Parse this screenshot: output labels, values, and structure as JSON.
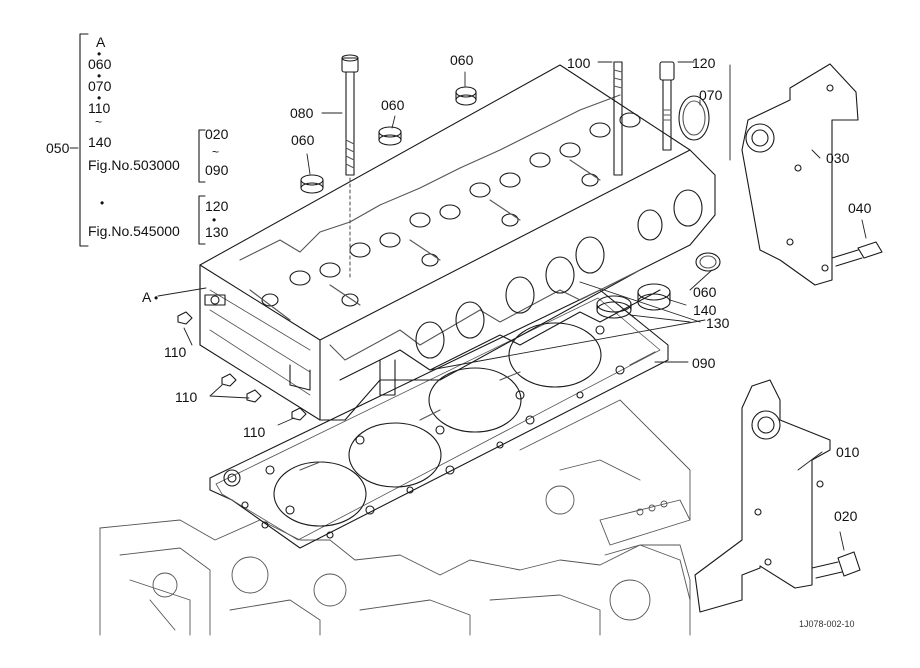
{
  "legend": {
    "group_number": "050",
    "range_start": "A",
    "items": [
      "060",
      "070",
      "110",
      "140"
    ],
    "fig_primary": "Fig.No.503000",
    "fig_secondary": "Fig.No.545000",
    "range_fig_primary": [
      "020",
      "090"
    ],
    "range_fig_secondary": [
      "120",
      "130"
    ],
    "sep_dot": "•",
    "sep_tilde": "~"
  },
  "callouts": {
    "p060_top": "060",
    "p060_mid": "060",
    "p060_left": "060",
    "p080": "080",
    "p100": "100",
    "p120": "120",
    "p070": "070",
    "p030": "030",
    "p040": "040",
    "p060_right": "060",
    "p140": "140",
    "p130": "130",
    "p090": "090",
    "pA": "A",
    "p110_a": "110",
    "p110_b": "110",
    "p110_c": "110",
    "p010": "010",
    "p020": "020"
  },
  "drawing_id": "1J078-002-10",
  "colors": {
    "line": "#1a1a1a",
    "light_line": "#555555",
    "background": "#ffffff"
  }
}
